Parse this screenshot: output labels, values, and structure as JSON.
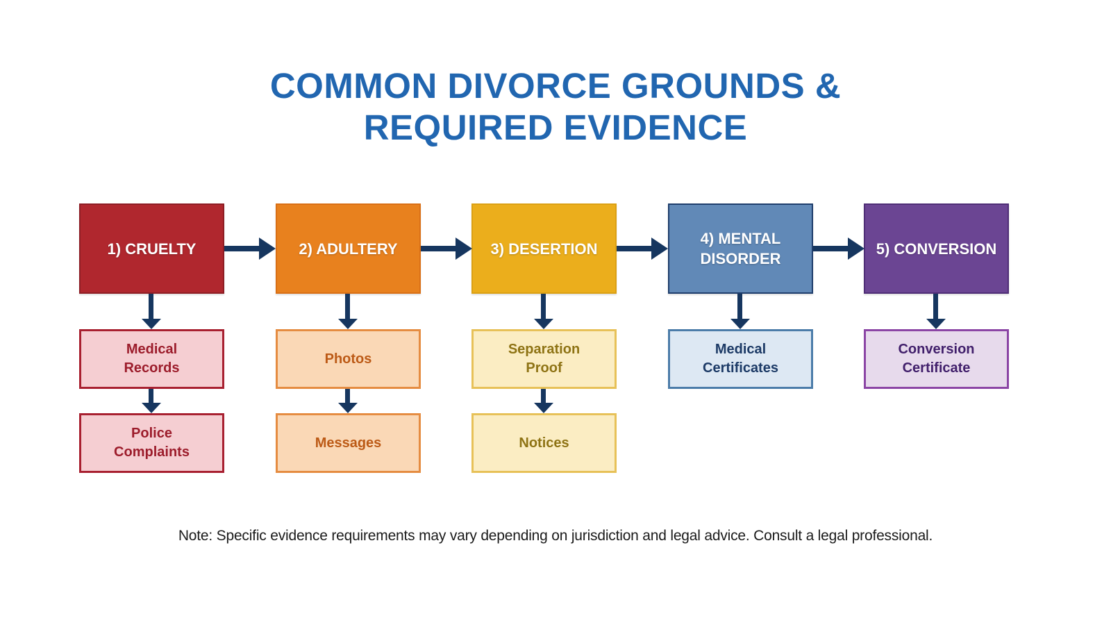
{
  "title": {
    "line1": "COMMON DIVORCE GROUNDS &",
    "line2": "REQUIRED EVIDENCE"
  },
  "note": "Note: Specific evidence requirements may vary depending on jurisdiction and legal advice. Consult a legal professional.",
  "colors": {
    "background": "#FFFFFF",
    "title": "#2166B0",
    "arrow": "#16365F",
    "note_text": "#1A1A1A"
  },
  "diagram": {
    "type": "flowchart",
    "columns": [
      {
        "id": "cruelty",
        "label_lines": {
          "l1": "1) CRUELTY",
          "l2": ""
        },
        "colors": {
          "fill": "#B0272E",
          "border": "#8E1D24",
          "text": "#FFFFFF",
          "evidence_fill": "#F5CED2",
          "evidence_border": "#A82030",
          "evidence_text": "#9C1C2B"
        },
        "evidence": [
          {
            "l1": "Medical",
            "l2": "Records"
          },
          {
            "l1": "Police",
            "l2": "Complaints"
          }
        ]
      },
      {
        "id": "adultery",
        "label_lines": {
          "l1": "2) ADULTERY",
          "l2": ""
        },
        "colors": {
          "fill": "#E8811E",
          "border": "#D96F15",
          "text": "#FFFFFF",
          "evidence_fill": "#FAD8B6",
          "evidence_border": "#E58C41",
          "evidence_text": "#BC5A16"
        },
        "evidence": [
          {
            "l1": "Photos",
            "l2": ""
          },
          {
            "l1": "Messages",
            "l2": ""
          }
        ]
      },
      {
        "id": "desertion",
        "label_lines": {
          "l1": "3) DESERTION",
          "l2": ""
        },
        "colors": {
          "fill": "#EBAE1C",
          "border": "#DBA013",
          "text": "#FFFFFF",
          "evidence_fill": "#FBEDC3",
          "evidence_border": "#E7C158",
          "evidence_text": "#8E7314"
        },
        "evidence": [
          {
            "l1": "Separation",
            "l2": "Proof"
          },
          {
            "l1": "Notices",
            "l2": ""
          }
        ]
      },
      {
        "id": "mental-disorder",
        "label_lines": {
          "l1": "4) MENTAL",
          "l2": "DISORDER"
        },
        "colors": {
          "fill": "#6189B7",
          "border": "#1F3E6C",
          "text": "#FFFFFF",
          "evidence_fill": "#DDE8F3",
          "evidence_border": "#4B7CA9",
          "evidence_text": "#1C3A66"
        },
        "evidence": [
          {
            "l1": "Medical",
            "l2": "Certificates"
          }
        ]
      },
      {
        "id": "conversion",
        "label_lines": {
          "l1": "5) CONVERSION",
          "l2": ""
        },
        "colors": {
          "fill": "#6B4593",
          "border": "#4F2E76",
          "text": "#FFFFFF",
          "evidence_fill": "#E7DAEC",
          "evidence_border": "#8B45A5",
          "evidence_text": "#411F6B"
        },
        "evidence": [
          {
            "l1": "Conversion",
            "l2": "Certificate"
          }
        ]
      }
    ]
  }
}
